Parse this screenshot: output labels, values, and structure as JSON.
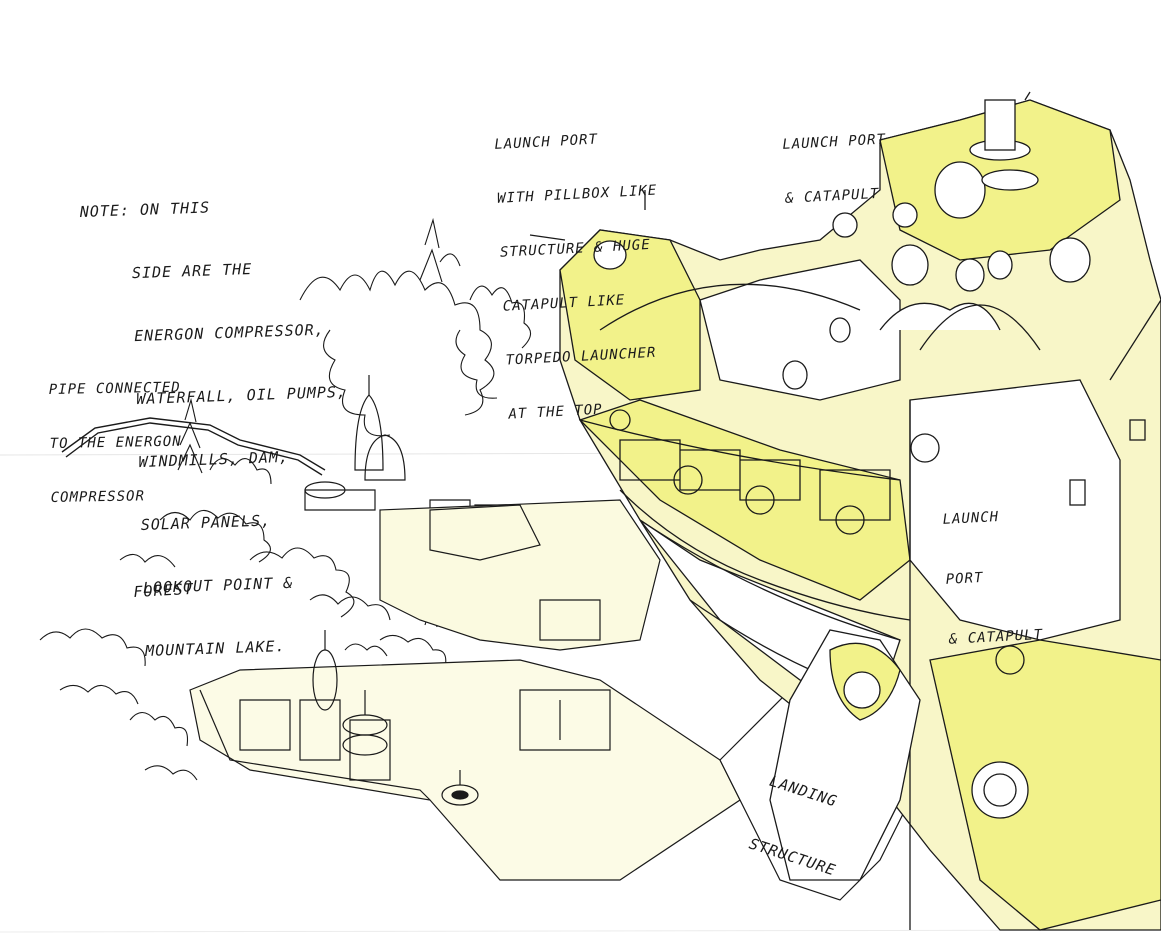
{
  "annotations": {
    "note": [
      "NOTE: ON THIS",
      "SIDE ARE THE",
      "ENERGON COMPRESSOR,",
      "WATERFALL, OIL PUMPS,",
      "WINDMILLS, DAM,",
      "SOLAR PANELS,",
      "LOOKOUT POINT &",
      "MOUNTAIN LAKE."
    ],
    "pipe": [
      "PIPE CONNECTED",
      "TO THE ENERGON",
      "COMPRESSOR"
    ],
    "launch_port_pillbox": [
      "LAUNCH PORT",
      "WITH PILLBOX LIKE",
      "STRUCTURE & HUGE",
      "CATAPULT LIKE",
      "TORPEDO LAUNCHER",
      "AT THE TOP"
    ],
    "launch_port_top": [
      "LAUNCH PORT",
      "& CATAPULT"
    ],
    "launch_port_right": [
      "LAUNCH",
      "PORT",
      "& CATAPULT"
    ],
    "forest": "FOREST",
    "landing": [
      "LANDING",
      "STRUCTURE"
    ]
  },
  "colors": {
    "ink": "#1a1a1a",
    "paper": "#ffffff",
    "highlight_yellow": "#f2f28a",
    "pale_yellow": "#f8f6c8"
  }
}
